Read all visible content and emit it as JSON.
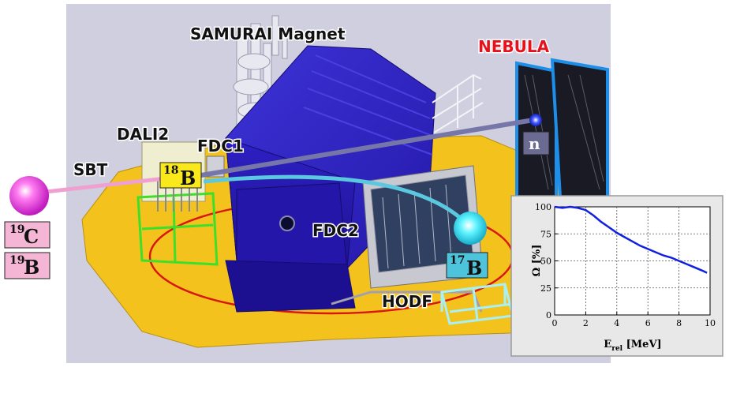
{
  "labels": {
    "magnet": "SAMURAI Magnet",
    "nebula": "NEBULA",
    "dali2": "DALI2",
    "fdc1": "FDC1",
    "sbt": "SBT",
    "fdc2": "FDC2",
    "hodf": "HODF"
  },
  "nuclei": {
    "beam1": {
      "mass": "19",
      "symbol": "C"
    },
    "beam2": {
      "mass": "19",
      "symbol": "B"
    },
    "fragment_in": {
      "mass": "18",
      "symbol": "B"
    },
    "fragment_out": {
      "mass": "17",
      "symbol": "B"
    },
    "neutron": {
      "symbol": "n"
    }
  },
  "colors": {
    "background_panel": "#cfcfe0",
    "floor": "#f4c21c",
    "magnet": "#2b1bbd",
    "nebula_frame": "#1e8fe8",
    "nebula_label": "#e8101a",
    "beam_line": "#f0a0d0",
    "fragment_line": "#5bc8e0",
    "neutron_line": "#7676a8",
    "nucleus_box": "#f4b6d4",
    "b18_box": "#f8e81c",
    "b17_box": "#4ec4dc",
    "n_box": "#6a6a92",
    "curve": "#1020e0"
  },
  "chart_data": {
    "type": "line",
    "xlabel_main": "E",
    "xlabel_sub": "rel",
    "xlabel_unit": " [MeV]",
    "ylabel": "Ω [%]",
    "xlim": [
      0,
      10
    ],
    "ylim": [
      0,
      100
    ],
    "xticks": [
      0,
      2,
      4,
      6,
      8,
      10
    ],
    "yticks": [
      0,
      25,
      50,
      75,
      100
    ],
    "grid": true,
    "series": [
      {
        "x": [
          0,
          0.5,
          1.0,
          1.5,
          2.0,
          2.5,
          3.0,
          3.5,
          4.0,
          4.5,
          5.0,
          5.5,
          6.0,
          6.5,
          7.0,
          7.5,
          8.0,
          8.5,
          9.0,
          9.5,
          9.8
        ],
        "y": [
          100,
          99,
          100,
          99,
          97,
          92,
          86,
          81,
          76,
          72,
          68,
          64,
          61,
          58,
          55,
          53,
          50,
          47,
          44,
          41,
          39
        ]
      }
    ]
  }
}
